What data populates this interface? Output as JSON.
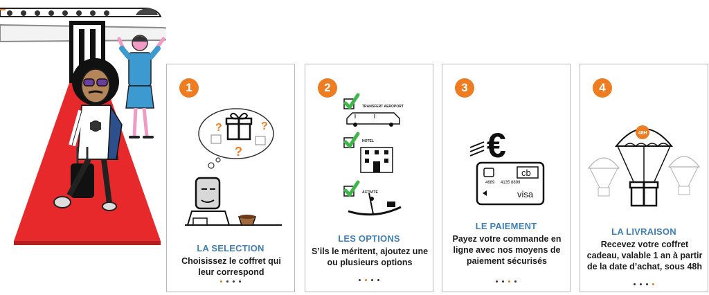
{
  "steps": [
    {
      "number": "1",
      "title": "LA SELECTION",
      "description": "Choisissez le coffret qui leur correspond",
      "active_dot": 1
    },
    {
      "number": "2",
      "title": "LES OPTIONS",
      "description": "S’ils le méritent, ajoutez une ou  plusieurs options",
      "options": [
        "TRANSFERT AEROPORT",
        "HOTEL",
        "ACTIVITE"
      ],
      "active_dot": 2
    },
    {
      "number": "3",
      "title": "LE PAIEMENT",
      "description": "Payez votre commande en ligne avec nos moyens de paiement sécurisés",
      "card": {
        "brand": "cb",
        "number_a": "4689",
        "number_b": "4135 8899",
        "network": "visa"
      },
      "currency_symbol": "€",
      "active_dot": 3
    },
    {
      "number": "4",
      "title": "LA LIVRAISON",
      "description": "Recevez votre coffret cadeau, valable 1 an à partir de la date d’achat, sous 48h",
      "parachute_label": "48H",
      "active_dot": 4
    }
  ],
  "colors": {
    "accent": "#ee7d22",
    "title_blue": "#3f7fb6",
    "check_green": "#3fb54a",
    "carpet_red": "#e8292b"
  },
  "icons": [
    "airplane-icon",
    "traveler-illustration",
    "hostess-illustration",
    "gift-box-icon",
    "question-mark-icon",
    "man-at-desk-icon",
    "coffee-cup-icon",
    "checkmark-icon",
    "limousine-icon",
    "hotel-icon",
    "gondola-icon",
    "euro-icon",
    "credit-card-icon",
    "parachute-gift-icon"
  ]
}
